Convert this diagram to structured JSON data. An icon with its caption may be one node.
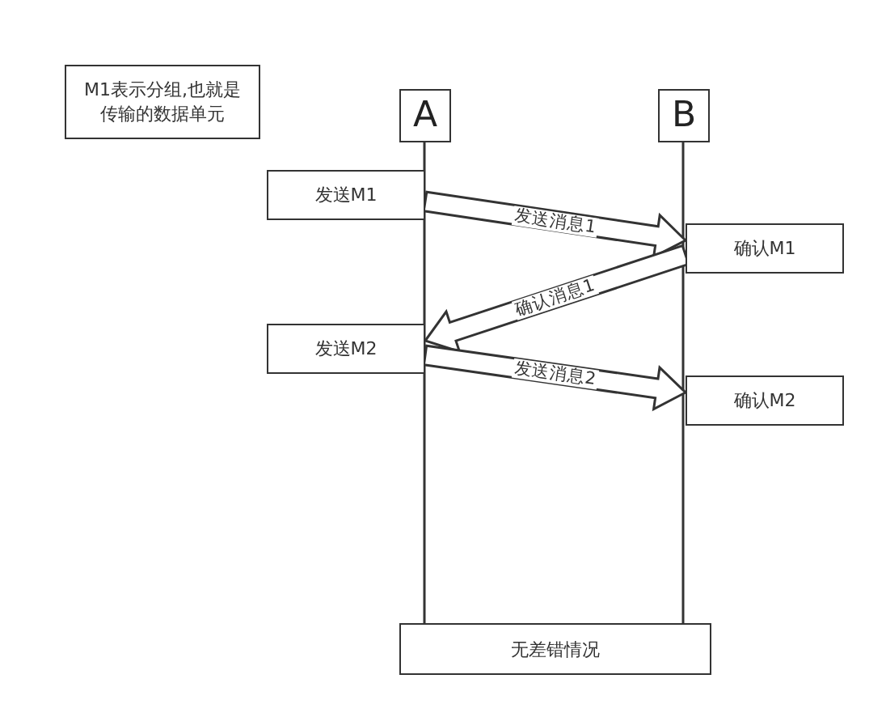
{
  "diagram": {
    "nodes": [
      {
        "text": [
          "M1表示分组,也就是传输的数据单元"
        ]
      },
      {
        "text": [
          "A"
        ]
      },
      {
        "text": [
          "B"
        ]
      },
      {
        "text": [
          "发送M1"
        ]
      },
      {
        "text": [
          "确认M1"
        ]
      },
      {
        "text": [
          "发送M2"
        ]
      },
      {
        "text": [
          "确认M2"
        ]
      },
      {
        "text": [
          "无差错情况"
        ]
      }
    ],
    "edges": [
      {
        "from": 1,
        "to": 7,
        "arrow": "none"
      },
      {
        "from": 2,
        "to": 7,
        "arrow": "none"
      },
      {
        "from": 3,
        "to": 4,
        "arrow": "to",
        "label": "发送消息1",
        "style": "thick"
      },
      {
        "from": 4,
        "to": 5,
        "arrow": "to",
        "label": "确认消息1",
        "style": "thick"
      },
      {
        "from": 5,
        "to": 6,
        "arrow": "to",
        "label": "发送消息2",
        "style": "thick"
      }
    ]
  }
}
